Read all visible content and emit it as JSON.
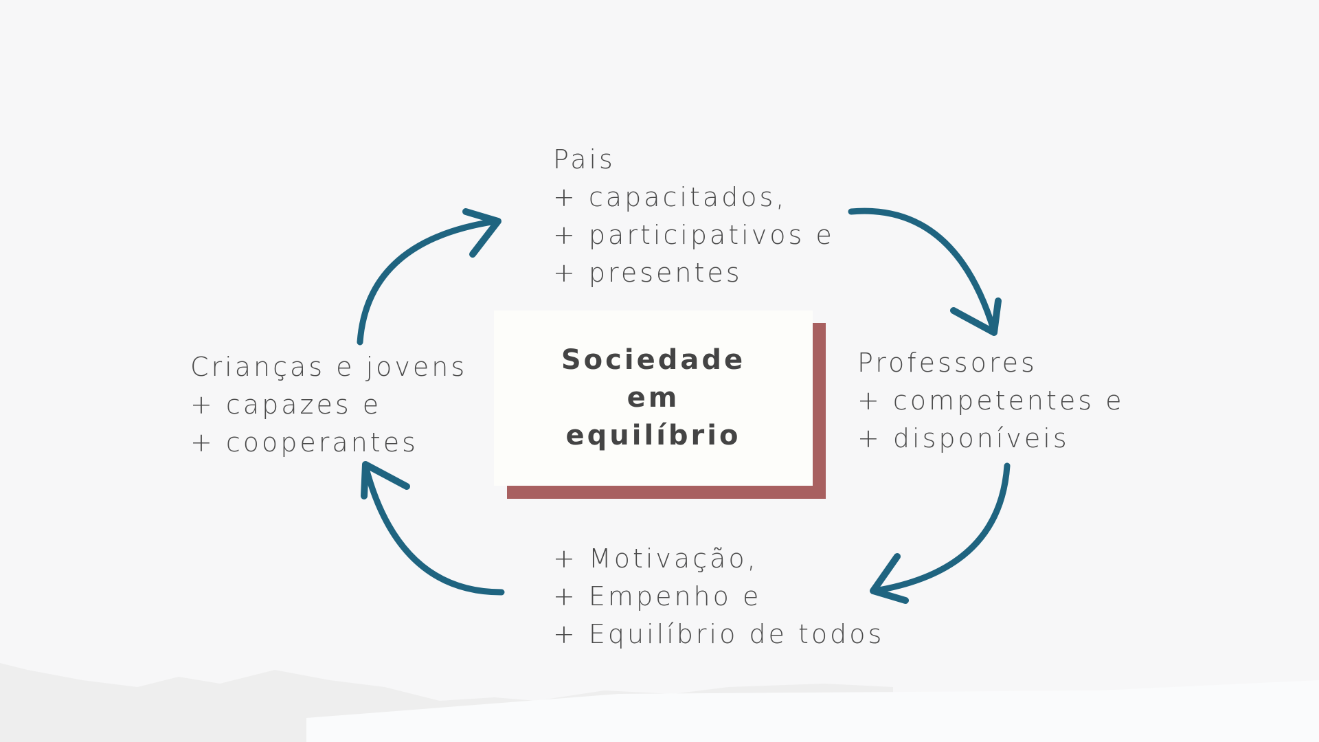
{
  "colors": {
    "arrow": "#1f6480",
    "accent_shadow": "#a86060",
    "text": "#4a4a4a"
  },
  "center": {
    "lines": [
      "Sociedade",
      "em",
      "equilíbrio"
    ]
  },
  "top": {
    "lines": [
      "Pais",
      "+ capacitados,",
      "+ participativos e",
      "+ presentes"
    ]
  },
  "right": {
    "lines": [
      "Professores",
      "+ competentes e",
      "+ disponíveis"
    ]
  },
  "bottom": {
    "lines": [
      "+ Motivação,",
      "+ Empenho e",
      "+ Equilíbrio de todos"
    ]
  },
  "left": {
    "lines": [
      "Crianças e jovens",
      "+ capazes e",
      "+ cooperantes"
    ]
  }
}
